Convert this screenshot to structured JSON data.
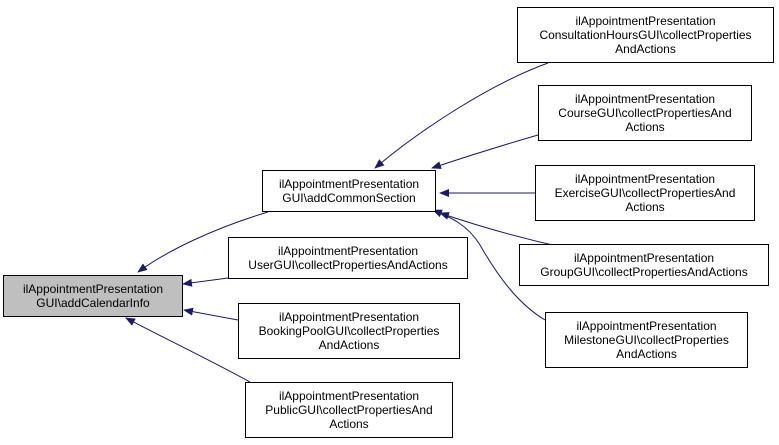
{
  "colors": {
    "edge": "#191970",
    "focus_fill": "#bfbfbf",
    "node_fill": "#ffffff",
    "border": "#000000"
  },
  "nodes": {
    "add_calendar_info": {
      "line1": "ilAppointmentPresentation",
      "line2": "GUI\\addCalendarInfo",
      "line3": ""
    },
    "add_common_section": {
      "line1": "ilAppointmentPresentation",
      "line2": "GUI\\addCommonSection",
      "line3": ""
    },
    "user_gui": {
      "line1": "ilAppointmentPresentation",
      "line2": "UserGUI\\collectPropertiesAndActions",
      "line3": ""
    },
    "booking_pool_gui": {
      "line1": "ilAppointmentPresentation",
      "line2": "BookingPoolGUI\\collectProperties",
      "line3": "AndActions"
    },
    "public_gui": {
      "line1": "ilAppointmentPresentation",
      "line2": "PublicGUI\\collectPropertiesAnd",
      "line3": "Actions"
    },
    "consultation_hours_gui": {
      "line1": "ilAppointmentPresentation",
      "line2": "ConsultationHoursGUI\\collectProperties",
      "line3": "AndActions"
    },
    "course_gui": {
      "line1": "ilAppointmentPresentation",
      "line2": "CourseGUI\\collectPropertiesAnd",
      "line3": "Actions"
    },
    "exercise_gui": {
      "line1": "ilAppointmentPresentation",
      "line2": "ExerciseGUI\\collectPropertiesAnd",
      "line3": "Actions"
    },
    "group_gui": {
      "line1": "ilAppointmentPresentation",
      "line2": "GroupGUI\\collectPropertiesAndActions",
      "line3": ""
    },
    "milestone_gui": {
      "line1": "ilAppointmentPresentation",
      "line2": "MilestoneGUI\\collectProperties",
      "line3": "AndActions"
    }
  }
}
